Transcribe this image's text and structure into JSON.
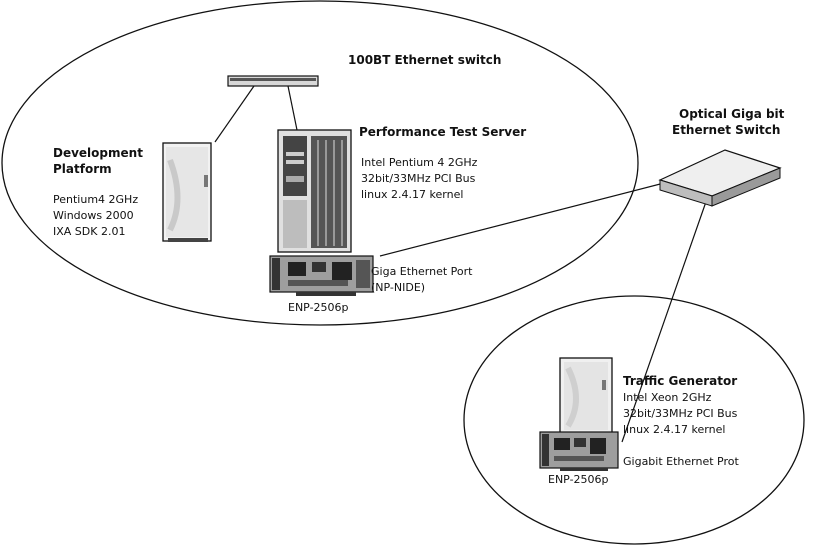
{
  "switch_100bt": {
    "label": "100BT Ethernet switch"
  },
  "optical_switch": {
    "label_lines": [
      "Optical Giga bit",
      "Ethernet Switch"
    ]
  },
  "development_platform": {
    "title_lines": [
      "Development",
      "Platform"
    ],
    "spec_lines": [
      "Pentium4 2GHz",
      "Windows 2000",
      "IXA SDK 2.01"
    ]
  },
  "performance_test_server": {
    "title": "Performance Test Server",
    "spec_lines": [
      "Intel Pentium 4 2GHz",
      "32bit/33MHz PCI Bus",
      "linux 2.4.17 kernel"
    ],
    "port_lines": [
      "Giga Ethernet Port",
      "(NP-NIDE)"
    ],
    "card_label": "ENP-2506p"
  },
  "traffic_generator": {
    "title": "Traffic Generator",
    "spec_lines": [
      "Intel Xeon 2GHz",
      "32bit/33MHz PCI Bus",
      "linux 2.4.17 kernel"
    ],
    "port_label": "Gigabit Ethernet Prot",
    "card_label": "ENP-2506p"
  }
}
